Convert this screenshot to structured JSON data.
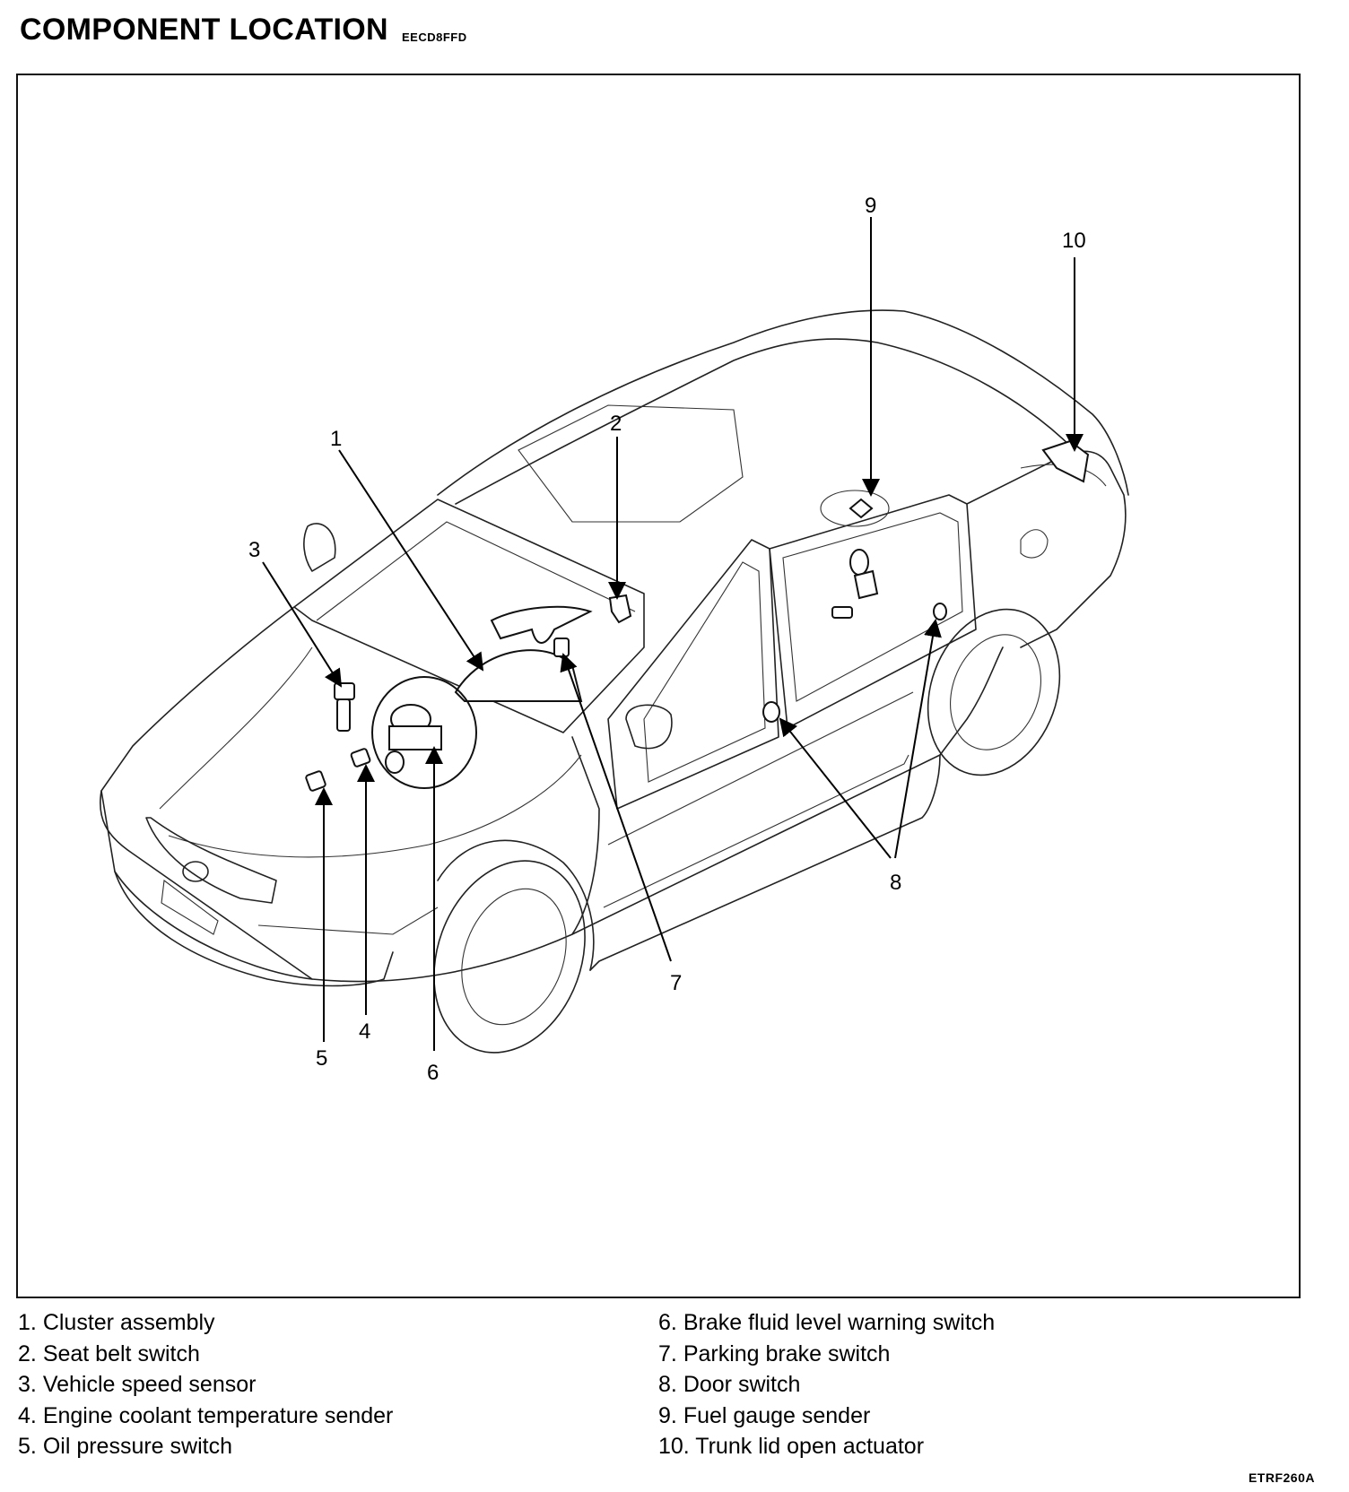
{
  "header": {
    "title": "COMPONENT LOCATION",
    "code": "EECD8FFD"
  },
  "callouts": [
    "1",
    "2",
    "3",
    "4",
    "5",
    "6",
    "7",
    "8",
    "9",
    "10"
  ],
  "legend": {
    "left": [
      {
        "num": "1.",
        "label": "Cluster assembly"
      },
      {
        "num": "2.",
        "label": "Seat belt switch"
      },
      {
        "num": "3.",
        "label": "Vehicle speed sensor"
      },
      {
        "num": "4.",
        "label": "Engine coolant temperature sender"
      },
      {
        "num": "5.",
        "label": "Oil pressure switch"
      }
    ],
    "right": [
      {
        "num": "6.",
        "label": "Brake fluid level warning switch"
      },
      {
        "num": "7.",
        "label": "Parking brake switch"
      },
      {
        "num": "8.",
        "label": "Door switch"
      },
      {
        "num": "9.",
        "label": "Fuel gauge sender"
      },
      {
        "num": "10.",
        "label": "Trunk lid open actuator"
      }
    ]
  },
  "figure_id": "ETRF260A"
}
